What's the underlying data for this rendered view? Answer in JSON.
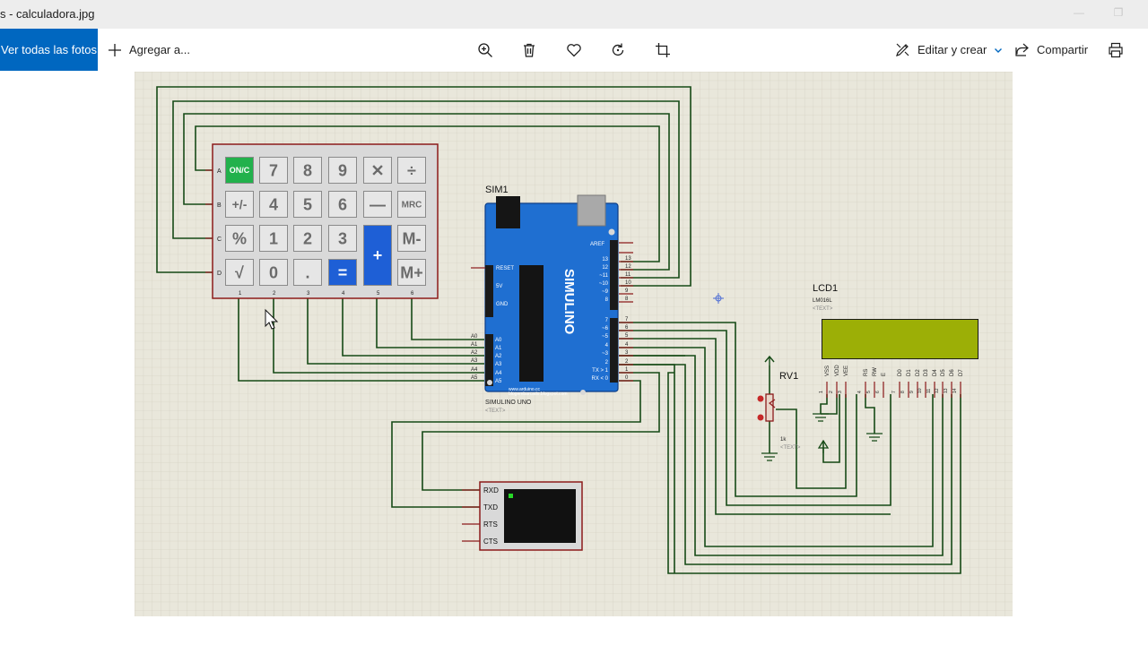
{
  "window": {
    "title": "s - calculadora.jpg",
    "minimize_glyph": "—",
    "maximize_glyph": "❐"
  },
  "toolbar": {
    "view_all_label": "Ver todas las fotos",
    "add_to_label": "Agregar a...",
    "edit_create_label": "Editar y crear",
    "share_label": "Compartir",
    "icons": [
      "zoom-in-icon",
      "delete-icon",
      "favorite-icon",
      "rotate-icon",
      "crop-icon",
      "edit-icon",
      "chevron-down-icon",
      "share-icon",
      "print-icon"
    ]
  },
  "schematic": {
    "keypad": {
      "row_labels": [
        "A",
        "B",
        "C",
        "D"
      ],
      "col_labels": [
        "1",
        "2",
        "3",
        "4",
        "5",
        "6"
      ],
      "rows": [
        [
          "ON/C",
          "7",
          "8",
          "9",
          "✕",
          "÷"
        ],
        [
          "+/-",
          "4",
          "5",
          "6",
          "—",
          "MRC"
        ],
        [
          "%",
          "1",
          "2",
          "3",
          "+",
          "M-"
        ],
        [
          "√",
          "0",
          ".",
          "=",
          "",
          "M+"
        ]
      ]
    },
    "arduino": {
      "ref": "SIM1",
      "part_name": "SIMULINO UNO",
      "text_placeholder": "<TEXT>",
      "brand": "SIMULINO",
      "aref": "AREF",
      "digital_pins": [
        "13",
        "12",
        "~11",
        "~10",
        "~9",
        "8",
        "7",
        "~6",
        "~5",
        "4",
        "~3",
        "2",
        "TX > 1",
        "RX < 0"
      ],
      "digital_pin_numbers": [
        "13",
        "12",
        "11",
        "10",
        "9",
        "8",
        "7",
        "6",
        "5",
        "4",
        "3",
        "2",
        "1",
        "0"
      ],
      "analog_pins": [
        "A0",
        "A1",
        "A2",
        "A3",
        "A4",
        "A5"
      ],
      "power_pins": [
        "RESET",
        "5V",
        "GND"
      ],
      "website": "www.arduino.cc",
      "blog": "blogembarcado.blogspot.com"
    },
    "lcd": {
      "ref": "LCD1",
      "part_name": "LM016L",
      "text_placeholder": "<TEXT>",
      "pins": [
        "VSS",
        "VDD",
        "VEE",
        "RS",
        "RW",
        "E",
        "D0",
        "D1",
        "D2",
        "D3",
        "D4",
        "D5",
        "D6",
        "D7"
      ],
      "pin_numbers": [
        "1",
        "2",
        "3",
        "4",
        "5",
        "6",
        "7",
        "8",
        "9",
        "10",
        "11",
        "12",
        "13",
        "14"
      ],
      "screen_color": "#9caf06"
    },
    "pot": {
      "ref": "RV1",
      "value": "1k",
      "text_placeholder": "<TEXT>"
    },
    "terminal": {
      "pins": [
        "RXD",
        "TXD",
        "RTS",
        "CTS"
      ]
    }
  },
  "colors": {
    "accent": "#0067c0",
    "grid_bg": "#e8e6da",
    "wire": "#164a16",
    "component_border": "#9a1d1d",
    "arduino_blue": "#1f6fd1",
    "key_green": "#22b14c",
    "key_blue": "#1e5fd6"
  }
}
